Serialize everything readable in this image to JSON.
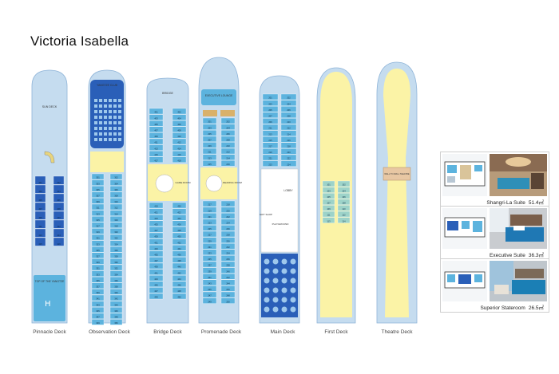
{
  "ship": {
    "name": "Victoria Isabella"
  },
  "decks": [
    {
      "label": "Pinnacle Deck",
      "areas": [
        "SUN DECK",
        "TOP OF THE YANGTZE"
      ],
      "rooms_left": [
        "401",
        "403",
        "405",
        "407",
        "409",
        "411",
        "413",
        "415"
      ],
      "rooms_right": [
        "402",
        "404",
        "406",
        "408",
        "410",
        "412",
        "414",
        "416"
      ]
    },
    {
      "label": "Observation Deck",
      "areas": [
        "YANGTZE CLUB"
      ],
      "rooms_left": [
        "301",
        "303",
        "305",
        "307",
        "309",
        "311",
        "313",
        "315",
        "317",
        "319",
        "321",
        "323",
        "325",
        "327",
        "329",
        "331",
        "333",
        "335",
        "337",
        "339",
        "341",
        "343",
        "345",
        "347",
        "349"
      ],
      "rooms_right": [
        "302",
        "304",
        "306",
        "308",
        "310",
        "312",
        "314",
        "316",
        "318",
        "320",
        "322",
        "324",
        "326",
        "328",
        "330",
        "332",
        "334",
        "336",
        "338",
        "340",
        "342",
        "344",
        "346",
        "348",
        "350"
      ]
    },
    {
      "label": "Bridge Deck",
      "areas": [
        "BRIDGE",
        "GAME ROOM"
      ],
      "rooms_left": [
        "401",
        "403",
        "405",
        "407",
        "409",
        "411",
        "413",
        "415",
        "417",
        "419",
        "421",
        "423",
        "425",
        "427",
        "429",
        "431",
        "433",
        "435",
        "437",
        "439",
        "441",
        "443",
        "445",
        "447",
        "449"
      ],
      "rooms_right": [
        "402",
        "404",
        "406",
        "408",
        "410",
        "412",
        "414",
        "416",
        "418",
        "420",
        "422",
        "424",
        "426",
        "428",
        "430",
        "432",
        "434",
        "436",
        "438",
        "440",
        "442",
        "444",
        "446",
        "448",
        "450"
      ]
    },
    {
      "label": "Promenade Deck",
      "areas": [
        "EXECUTIVE LOUNGE",
        "READING ROOM"
      ],
      "rooms_left": [
        "201",
        "203",
        "205",
        "207",
        "209",
        "211",
        "213",
        "215",
        "217",
        "219",
        "221",
        "223",
        "225",
        "227",
        "229",
        "231",
        "233",
        "235",
        "237",
        "239",
        "241",
        "243",
        "245",
        "247",
        "249"
      ],
      "rooms_right": [
        "202",
        "204",
        "206",
        "208",
        "210",
        "212",
        "214",
        "216",
        "218",
        "220",
        "222",
        "224",
        "226",
        "228",
        "230",
        "232",
        "234",
        "236",
        "238",
        "240",
        "242",
        "244",
        "246",
        "248",
        "250"
      ]
    },
    {
      "label": "Main Deck",
      "areas": [
        "LOBBY",
        "GIFT SHOP",
        "PLAYGROUND"
      ],
      "rooms_left": [
        "201",
        "203",
        "205",
        "207",
        "209",
        "211",
        "213",
        "215",
        "217",
        "219",
        "221",
        "223",
        "225",
        "227",
        "229",
        "231",
        "233",
        "235",
        "237"
      ],
      "rooms_right": [
        "202",
        "204",
        "206",
        "208",
        "210",
        "212",
        "214",
        "216",
        "218",
        "220",
        "222",
        "224",
        "226",
        "228",
        "230",
        "232",
        "234",
        "236",
        "238"
      ]
    },
    {
      "label": "First Deck",
      "areas": [],
      "rooms_left": [
        "101",
        "103",
        "105",
        "107",
        "109",
        "111",
        "113"
      ],
      "rooms_right": [
        "102",
        "104",
        "106",
        "108",
        "110",
        "112",
        "114"
      ]
    },
    {
      "label": "Theatre Deck",
      "areas": [
        "WALL TO WALL THEATRE"
      ],
      "rooms_left": [],
      "rooms_right": []
    }
  ],
  "rooms": [
    {
      "name": "Shangri-La Suite",
      "size": "51.4㎡"
    },
    {
      "name": "Executive Suite",
      "size": "36.3㎡"
    },
    {
      "name": "Superior Stateroom",
      "size": "26.5㎡"
    }
  ],
  "colors": {
    "hull": "#c5dcef",
    "cabin": "#5cb3de",
    "cabin_dark": "#2a5fb8",
    "public": "#fbf3a6",
    "outline": "#8fb4d8"
  }
}
